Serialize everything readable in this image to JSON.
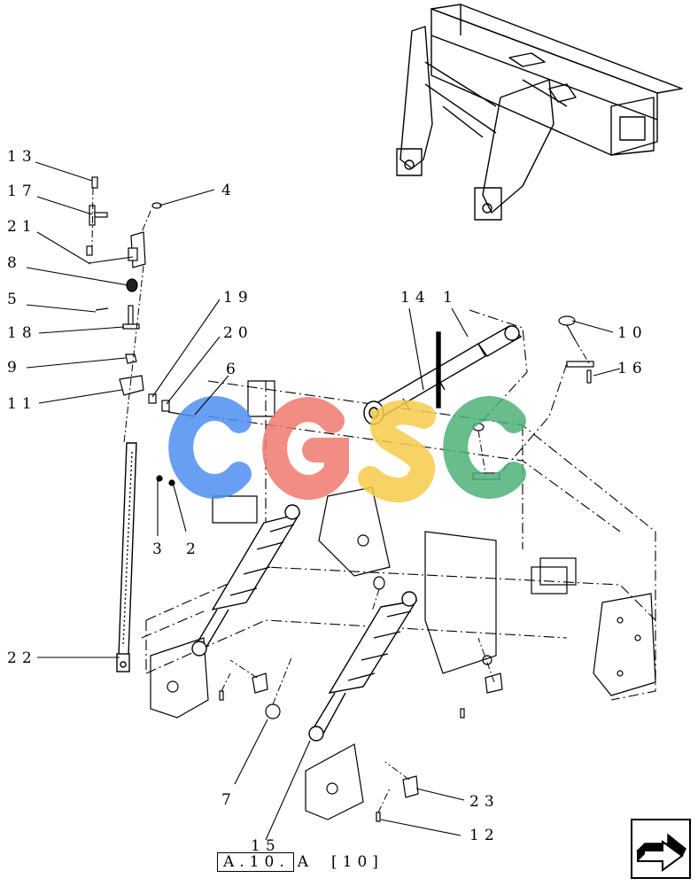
{
  "watermark": {
    "letters": [
      "C",
      "G",
      "S",
      "C"
    ],
    "colors": [
      "#4f8ff2",
      "#f07a6e",
      "#f5cc4a",
      "#4fb27a"
    ]
  },
  "callouts": [
    "13",
    "17",
    "21",
    "8",
    "5",
    "18",
    "9",
    "11",
    "4",
    "19",
    "20",
    "6",
    "14",
    "1",
    "10",
    "16",
    "3",
    "2",
    "22",
    "7",
    "15",
    "23",
    "12"
  ],
  "footer": {
    "ref_box": "A.10.",
    "ref_suffix": "A",
    "page": "[10]"
  },
  "nav_icon": "next-page-arrow-icon"
}
